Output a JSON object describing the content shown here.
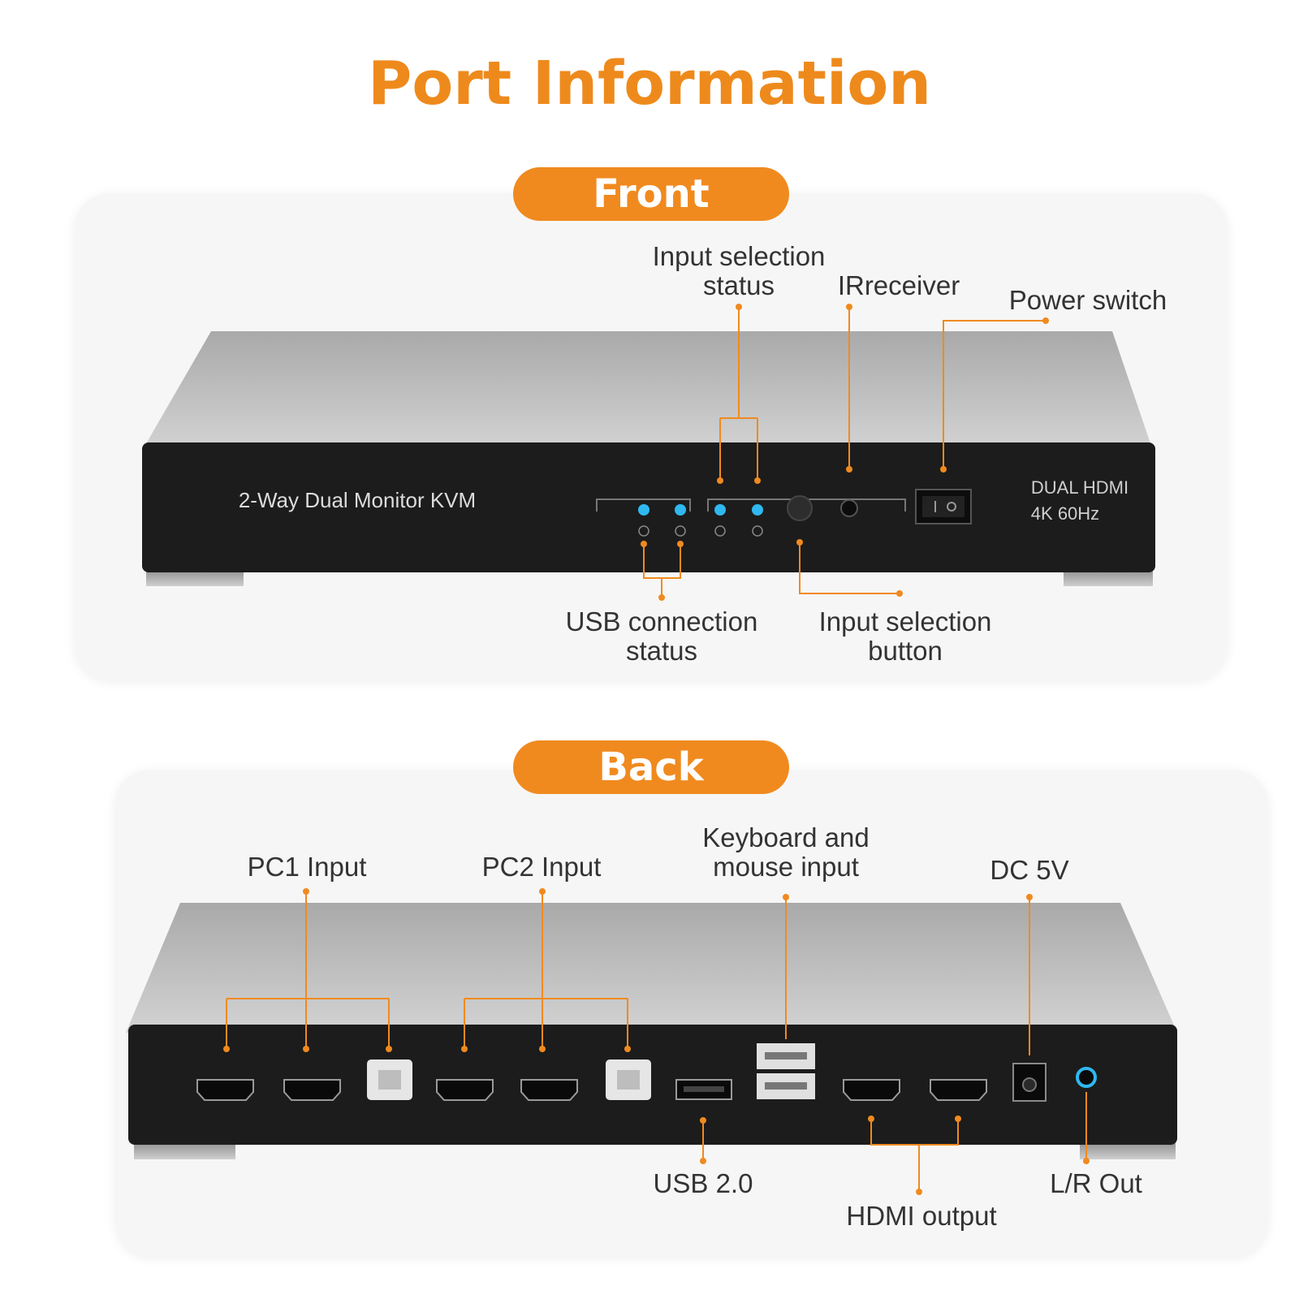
{
  "title": "Port Information",
  "colors": {
    "accent": "#f08a1f",
    "led": "#2fb8f0",
    "device_face": "#1c1c1c",
    "device_body": "#b5b5b5"
  },
  "front": {
    "heading": "Front",
    "device_model": "2-Way Dual Monitor KVM",
    "device_spec_line1": "DUAL HDMI",
    "device_spec_line2": "4K 60Hz",
    "labels": {
      "input_selection_status": "Input selection\nstatus",
      "ir_receiver": "IRreceiver",
      "power_switch": "Power switch",
      "usb_connection_status": "USB connection\nstatus",
      "input_selection_button": "Input selection\nbutton"
    }
  },
  "back": {
    "heading": "Back",
    "labels": {
      "pc1_input": "PC1 Input",
      "pc2_input": "PC2 Input",
      "keyboard_mouse_input": "Keyboard and\nmouse input",
      "dc_5v": "DC 5V",
      "usb_2_0": "USB 2.0",
      "hdmi_output": "HDMI output",
      "lr_out": "L/R Out"
    }
  }
}
